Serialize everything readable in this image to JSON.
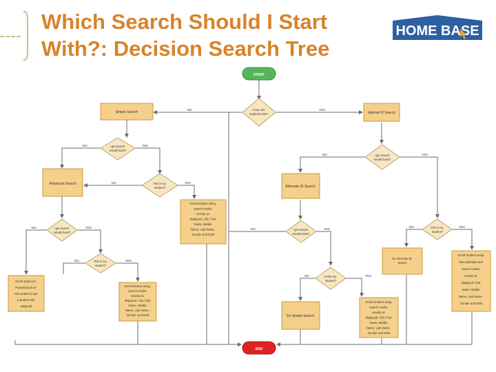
{
  "header": {
    "title_line1": "Which Search Should I Start",
    "title_line2": "With?: Decision Search Tree",
    "logo_text": "HOME BASE",
    "accent_color": "#d9822b",
    "logo_color": "#2d5fa3"
  },
  "flowchart": {
    "start": "START",
    "end": "END",
    "boxes": {
      "simple_search": "Simple Search",
      "internal_id_search": "Internal ID Search",
      "advanced_search": "Advanced Search",
      "alternate_id_search": "Alternate ID Search",
      "do_alternate_id_search": [
        "Do Alternate ID",
        "Search"
      ],
      "do_simple_search": "Do Simple Search",
      "enroll_left": [
        "Enroll student using",
        "search results",
        "exactly as",
        "displayed: UID, First",
        "Name, Middle",
        "Name, Last Name,",
        "Gender and DOB"
      ],
      "enroll_center": [
        "Enroll student using",
        "search results",
        "exactly as",
        "displayed: UID, First",
        "Name, Middle",
        "Name, Last Name,",
        "Gender and DOB"
      ],
      "enroll_right": [
        "Enroll Student using",
        "UID submitted and",
        "search results",
        "exactly as",
        "displayed: First",
        "Name, Middle",
        "Name, Last Name,",
        "Gender and DOB"
      ],
      "enroll_bottom": [
        "Enroll Student using",
        "search results",
        "exactly as",
        "displayed: UID, First",
        "Name, Middle",
        "Name, Last Name,",
        "Gender and DOB"
      ],
      "new_student": [
        "Enroll student in",
        "PowerSchool as",
        "new student to get",
        "a student UID",
        "assigned"
      ]
    },
    "decisions": {
      "have_uid": [
        "I have the",
        "student's UID?"
      ],
      "results_back_1": [
        "I got search",
        "results back?"
      ],
      "results_back_2": [
        "I got search",
        "results back?"
      ],
      "my_student_1": [
        "This is my",
        "student?"
      ],
      "results_back_3": [
        "I got search",
        "results back?"
      ],
      "results_back_4": [
        "I got search",
        "results back?"
      ],
      "my_student_2": [
        "This is my",
        "student?"
      ],
      "my_student_3": [
        "This is my",
        "student?"
      ],
      "my_student_4": [
        "Is this my",
        "student?"
      ]
    },
    "labels": {
      "yes": "YES",
      "no": "NO"
    },
    "colors": {
      "box_fill": "#f4d08a",
      "box_stroke": "#c99a3f",
      "diamond_fill": "#f7e6bf",
      "start": "#55b55a",
      "end": "#e12222",
      "line": "#6b6b6b"
    }
  }
}
